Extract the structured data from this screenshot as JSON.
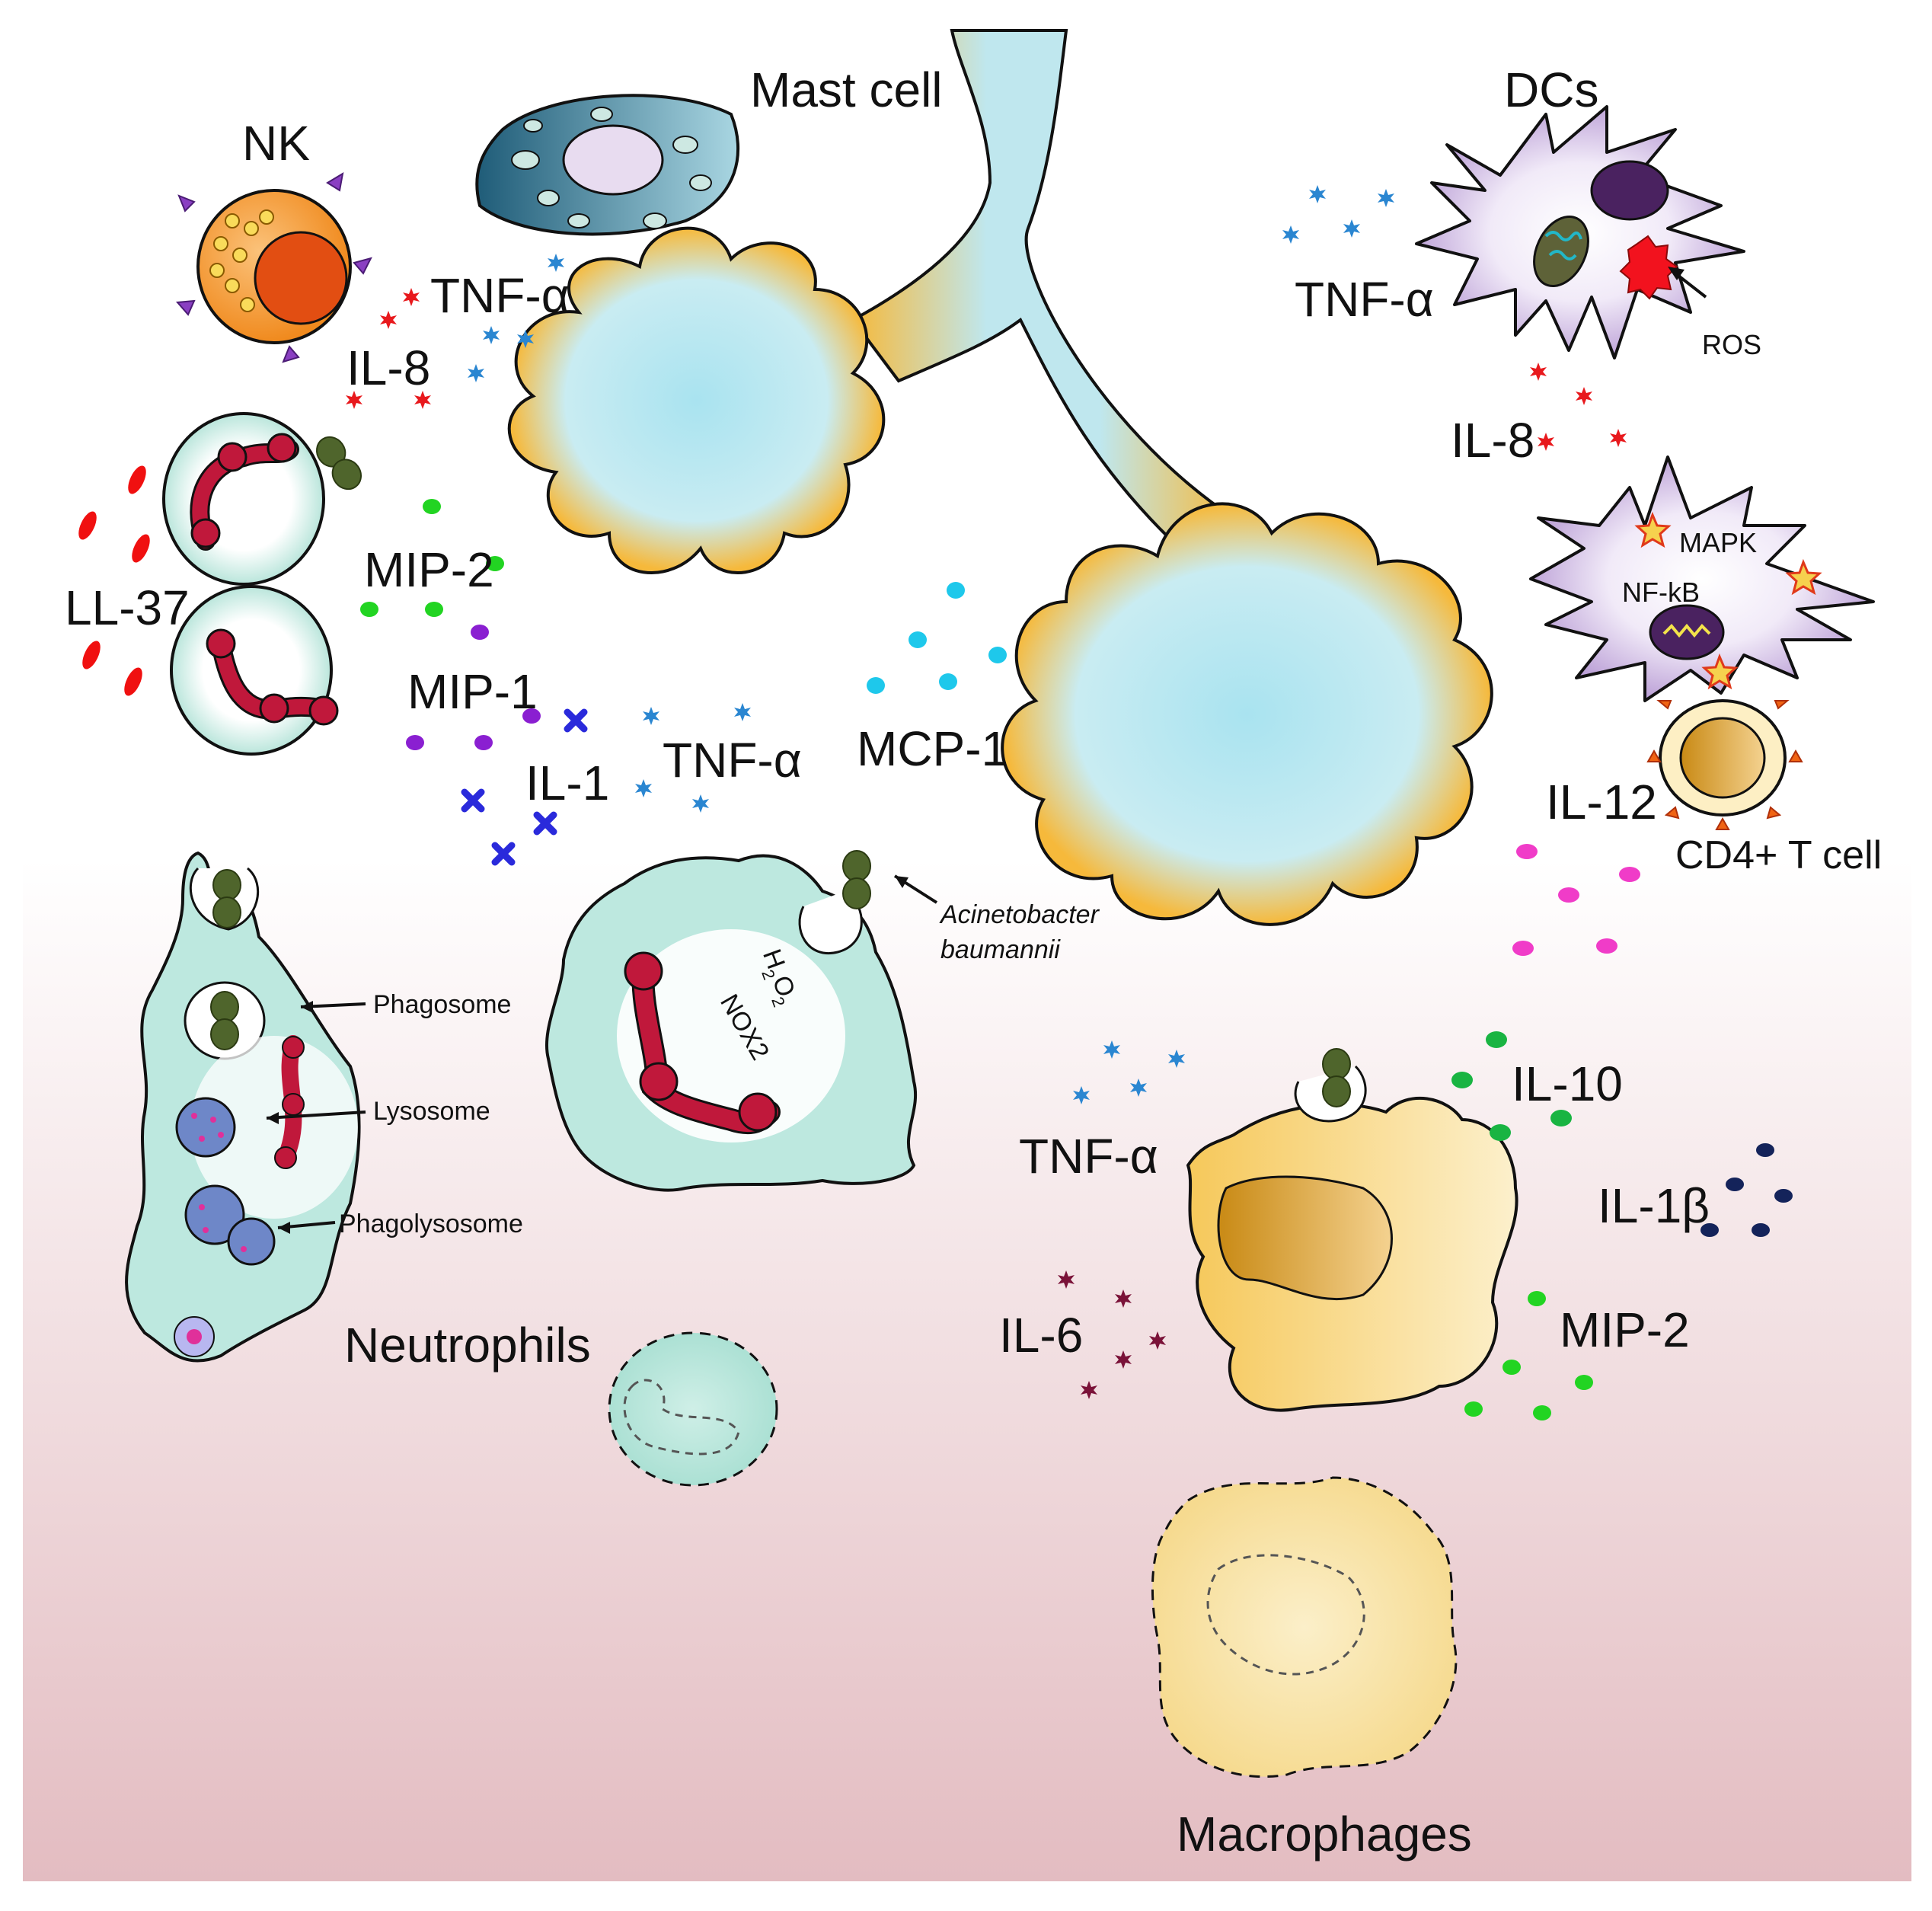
{
  "colors": {
    "airway_orange": "#F6B93B",
    "airway_lumen": "#A9E3F0",
    "neutrophil_teal": "#BDE8DF",
    "lysosome_red": "#C0183B",
    "bacteria_green": "#4A5E2A",
    "mast_cell_blue": "#2C6A84",
    "nk_orange": "#F59A2E",
    "dc_purple": "#BCA3D6",
    "macrophage_yellow": "#F7D77C",
    "tnf_star_blue": "#2A86D1",
    "il8_red": "#E8191D",
    "mip2_green": "#22D422",
    "mip1_purple": "#8A1FD1",
    "il1_blue": "#2A2ADB",
    "mcp1_cyan": "#1EC8EB",
    "il12_pink": "#F03CC8",
    "il1b_navy": "#14235A",
    "il6_maroon": "#7A1238",
    "ll37_red": "#F01010",
    "background_bottom": "#E6C4C8"
  },
  "cells": {
    "nk": "NK",
    "mast_cell": "Mast cell",
    "dcs": "DCs",
    "cd4_t_cell": "CD4+ T cell",
    "neutrophils": "Neutrophils",
    "macrophages": "Macrophages"
  },
  "cytokines": {
    "tnf_alpha": "TNF-α",
    "il8": "IL-8",
    "ll37": "LL-37",
    "mip2": "MIP-2",
    "mip1": "MIP-1",
    "il1": "IL-1",
    "mcp1": "MCP-1",
    "il12": "IL-12",
    "il10": "IL-10",
    "il1beta": "IL-1β",
    "il6": "IL-6"
  },
  "annotations": {
    "ros": "ROS",
    "mapk": "MAPK",
    "nfkb": "NF-kB",
    "phagosome": "Phagosome",
    "lysosome": "Lysosome",
    "phagolysosome": "Phagolysosome",
    "h2o2": "H",
    "h2o2_sub1": "2",
    "h2o2_o": "O",
    "h2o2_sub2": "2",
    "nox2": "NOX2",
    "bacterium_line1": "Acinetobacter",
    "bacterium_line2": "baumannii"
  }
}
